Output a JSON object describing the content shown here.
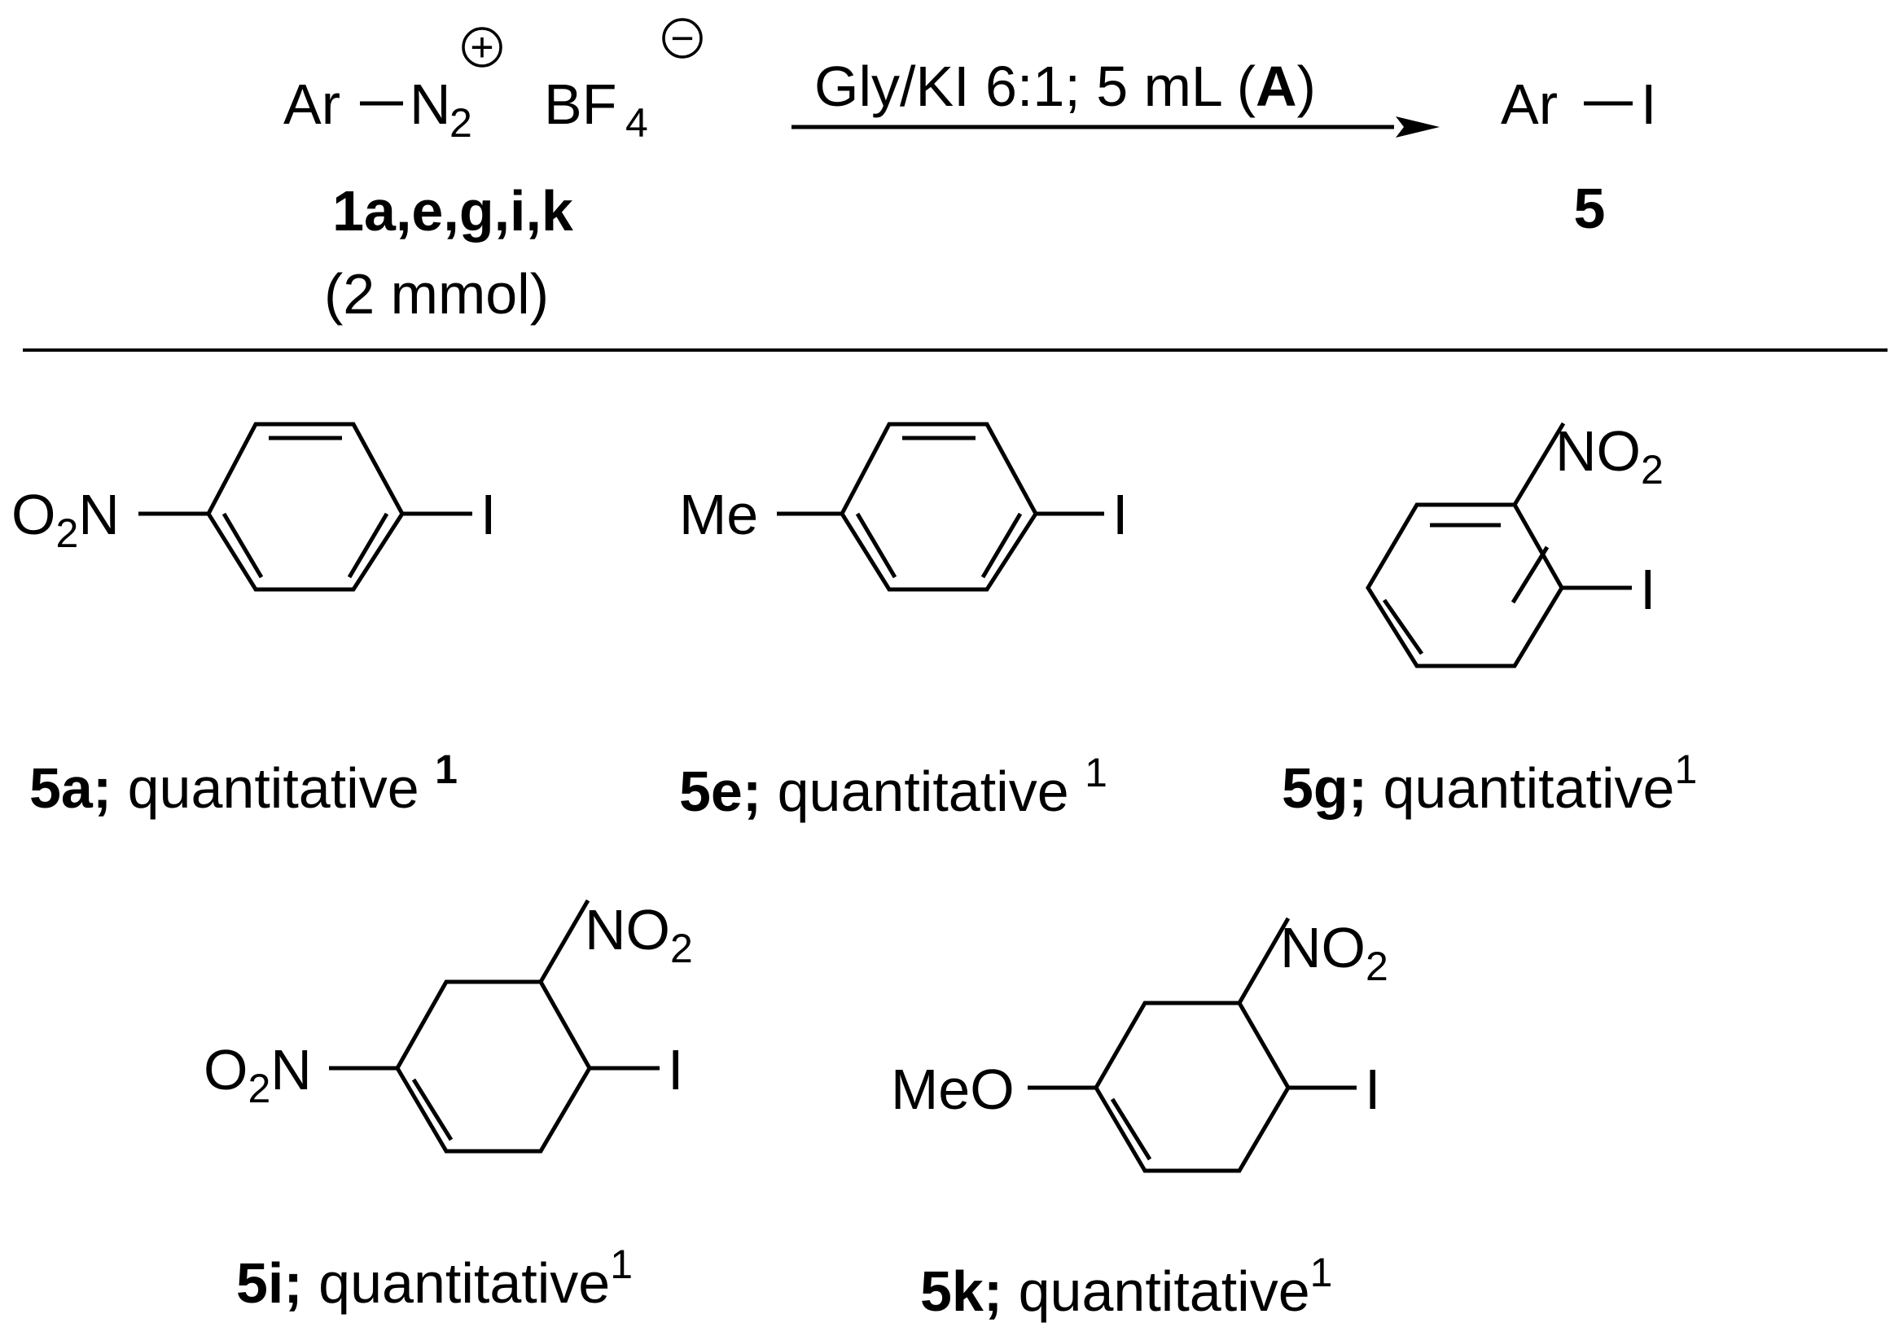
{
  "reaction": {
    "reactant": {
      "ar": "Ar",
      "n": "N",
      "n_sub": "2",
      "plus": "+",
      "bf": "BF",
      "bf_sub": "4",
      "minus": "−",
      "ids": "1a,e,g,i,k",
      "amount": "(2 mmol)"
    },
    "conditions": {
      "text_before": "Gly/KI 6:1; 5 mL (",
      "bold": "A",
      "text_after": ")"
    },
    "product": {
      "ar": "Ar",
      "i": "I",
      "id": "5"
    }
  },
  "compounds": [
    {
      "id": "5a",
      "label_bold": "5a;",
      "label_text": " quantitative ",
      "footnote": "1",
      "footnote_bold": true,
      "substituents": {
        "left": "O2N",
        "right": "I"
      }
    },
    {
      "id": "5e",
      "label_bold": "5e;",
      "label_text": " quantitative ",
      "footnote": "1",
      "footnote_bold": false,
      "substituents": {
        "left": "Me",
        "right": "I"
      }
    },
    {
      "id": "5g",
      "label_bold": "5g;",
      "label_text": " quantitative",
      "footnote": "1",
      "footnote_bold": false,
      "substituents": {
        "top": "NO2",
        "right": "I"
      }
    },
    {
      "id": "5i",
      "label_bold": "5i;",
      "label_text": " quantitative",
      "footnote": "1",
      "footnote_bold": false,
      "substituents": {
        "left": "O2N",
        "top": "NO2",
        "right": "I"
      }
    },
    {
      "id": "5k",
      "label_bold": "5k;",
      "label_text": " quantitative",
      "footnote": "1",
      "footnote_bold": false,
      "substituents": {
        "left": "MeO",
        "top": "NO2",
        "right": "I"
      }
    }
  ],
  "atoms": {
    "o": "O",
    "n": "N",
    "two": "2",
    "me": "Me",
    "meo": "MeO",
    "no": "NO",
    "i": "I"
  }
}
